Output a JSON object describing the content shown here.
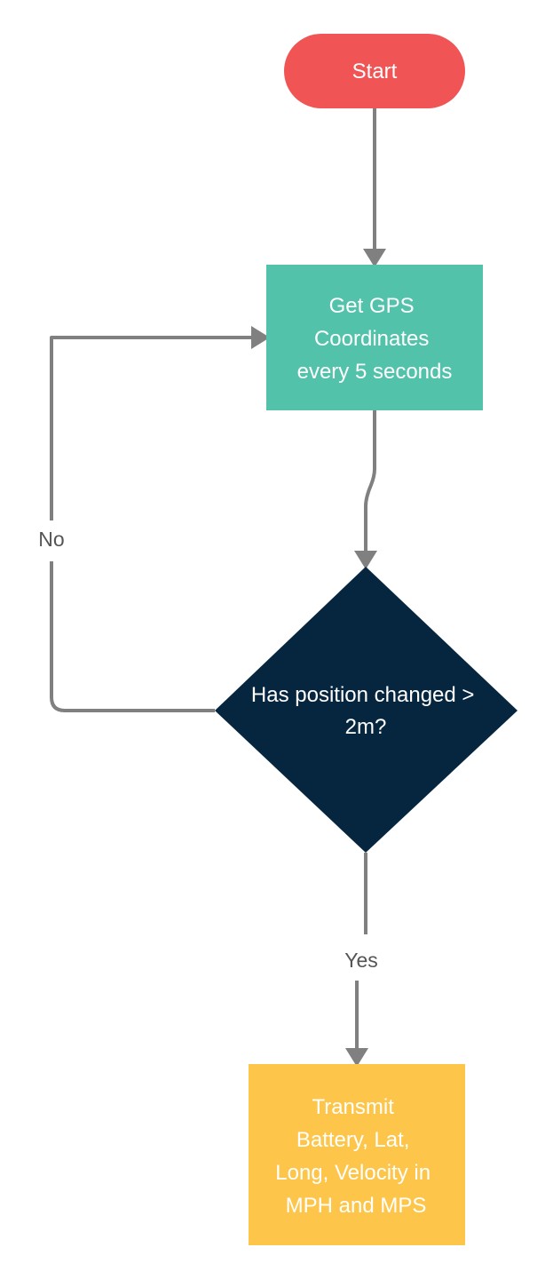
{
  "nodes": {
    "start": {
      "label": "Start",
      "color": "#F05454"
    },
    "gps": {
      "lines": [
        "Get GPS",
        "Coordinates",
        "every 5 seconds"
      ],
      "color": "#52C2AA"
    },
    "decision": {
      "lines": [
        "Has position changed >",
        "2m?"
      ],
      "color": "#06263F"
    },
    "transmit": {
      "lines": [
        "Transmit",
        "Battery, Lat,",
        "Long, Velocity in",
        "MPH and MPS"
      ],
      "color": "#FDC549"
    }
  },
  "edges": {
    "no_label": "No",
    "yes_label": "Yes",
    "line_color": "#808080"
  }
}
